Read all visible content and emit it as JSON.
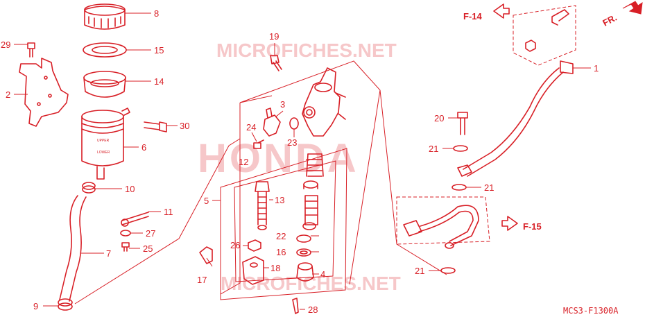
{
  "watermarks": {
    "top": "MICROFICHES.NET",
    "center": "HONDA",
    "bottom": "MICROFICHES.NET"
  },
  "refs": {
    "f14": "F-14",
    "f15": "F-15",
    "front": "FR."
  },
  "part_code": "MCS3-F1300A",
  "reservoir_text": {
    "upper": "UPPER",
    "lower": "LOWER"
  },
  "callouts": {
    "c1": "1",
    "c2": "2",
    "c3": "3",
    "c4": "4",
    "c5": "5",
    "c6": "6",
    "c7": "7",
    "c8": "8",
    "c9": "9",
    "c10": "10",
    "c11": "11",
    "c12": "12",
    "c13": "13",
    "c14": "14",
    "c15": "15",
    "c16": "16",
    "c17": "17",
    "c18": "18",
    "c19": "19",
    "c20": "20",
    "c21a": "21",
    "c21b": "21",
    "c21c": "21",
    "c22": "22",
    "c23": "23",
    "c24": "24",
    "c25": "25",
    "c26": "26",
    "c27": "27",
    "c28": "28",
    "c29": "29",
    "c30": "30"
  }
}
